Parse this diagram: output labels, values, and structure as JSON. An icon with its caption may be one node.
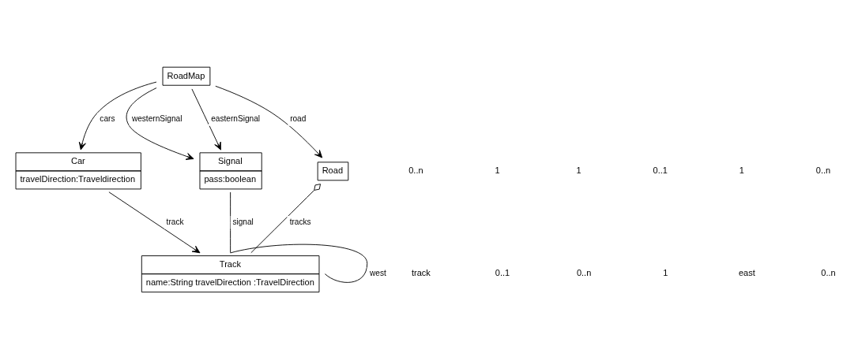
{
  "diagram": {
    "nodes": [
      {
        "text": [
          "RoadMap"
        ]
      },
      {
        "text": [
          "Car",
          "travelDirection:Traveldirection"
        ]
      },
      {
        "text": [
          "Signal",
          "pass:boolean"
        ]
      },
      {
        "text": [
          "Road"
        ]
      },
      {
        "text": [
          "Track",
          "name:String travelDirection :TravelDirection"
        ]
      }
    ],
    "edges": [
      {
        "from": 0,
        "to": 1,
        "arrow": "to",
        "label": "cars"
      },
      {
        "from": 0,
        "to": 2,
        "arrow": "to",
        "label": "westernSignal"
      },
      {
        "from": 0,
        "to": 2,
        "arrow": "to",
        "label": "easternSignal"
      },
      {
        "from": 0,
        "to": 3,
        "arrow": "to",
        "label": "road"
      },
      {
        "from": 1,
        "to": 4,
        "arrow": "to",
        "label": "track"
      },
      {
        "from": 2,
        "to": 4,
        "arrow": "none",
        "label": "signal"
      },
      {
        "from": 3,
        "to": 4,
        "arrow": "other",
        "label": "tracks"
      },
      {
        "from": 4,
        "to": 4,
        "arrow": "none",
        "label": "west"
      }
    ],
    "labels": [
      "0..n",
      "1",
      "1",
      "0..1",
      "1",
      "track",
      "0..1",
      "0..n",
      "1",
      "0..n",
      "east",
      "0..n"
    ]
  }
}
